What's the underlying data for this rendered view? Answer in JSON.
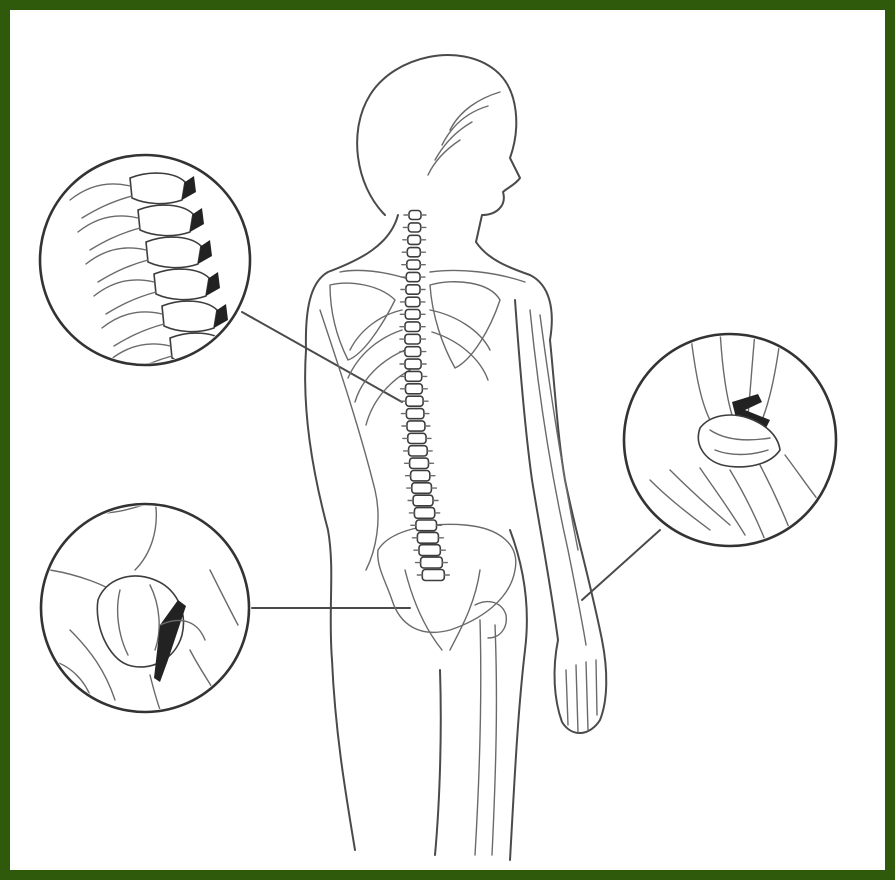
{
  "colors": {
    "border": "#2f5a0c",
    "background": "#ffffff",
    "line": "#4a4a4a"
  },
  "illustration": {
    "subject": "human-figure-skeleton",
    "insets": [
      {
        "name": "spine-inset",
        "icon": "vertebrae-detail"
      },
      {
        "name": "hip-inset",
        "icon": "hip-fracture-detail"
      },
      {
        "name": "wrist-inset",
        "icon": "wrist-fracture-detail"
      }
    ]
  }
}
